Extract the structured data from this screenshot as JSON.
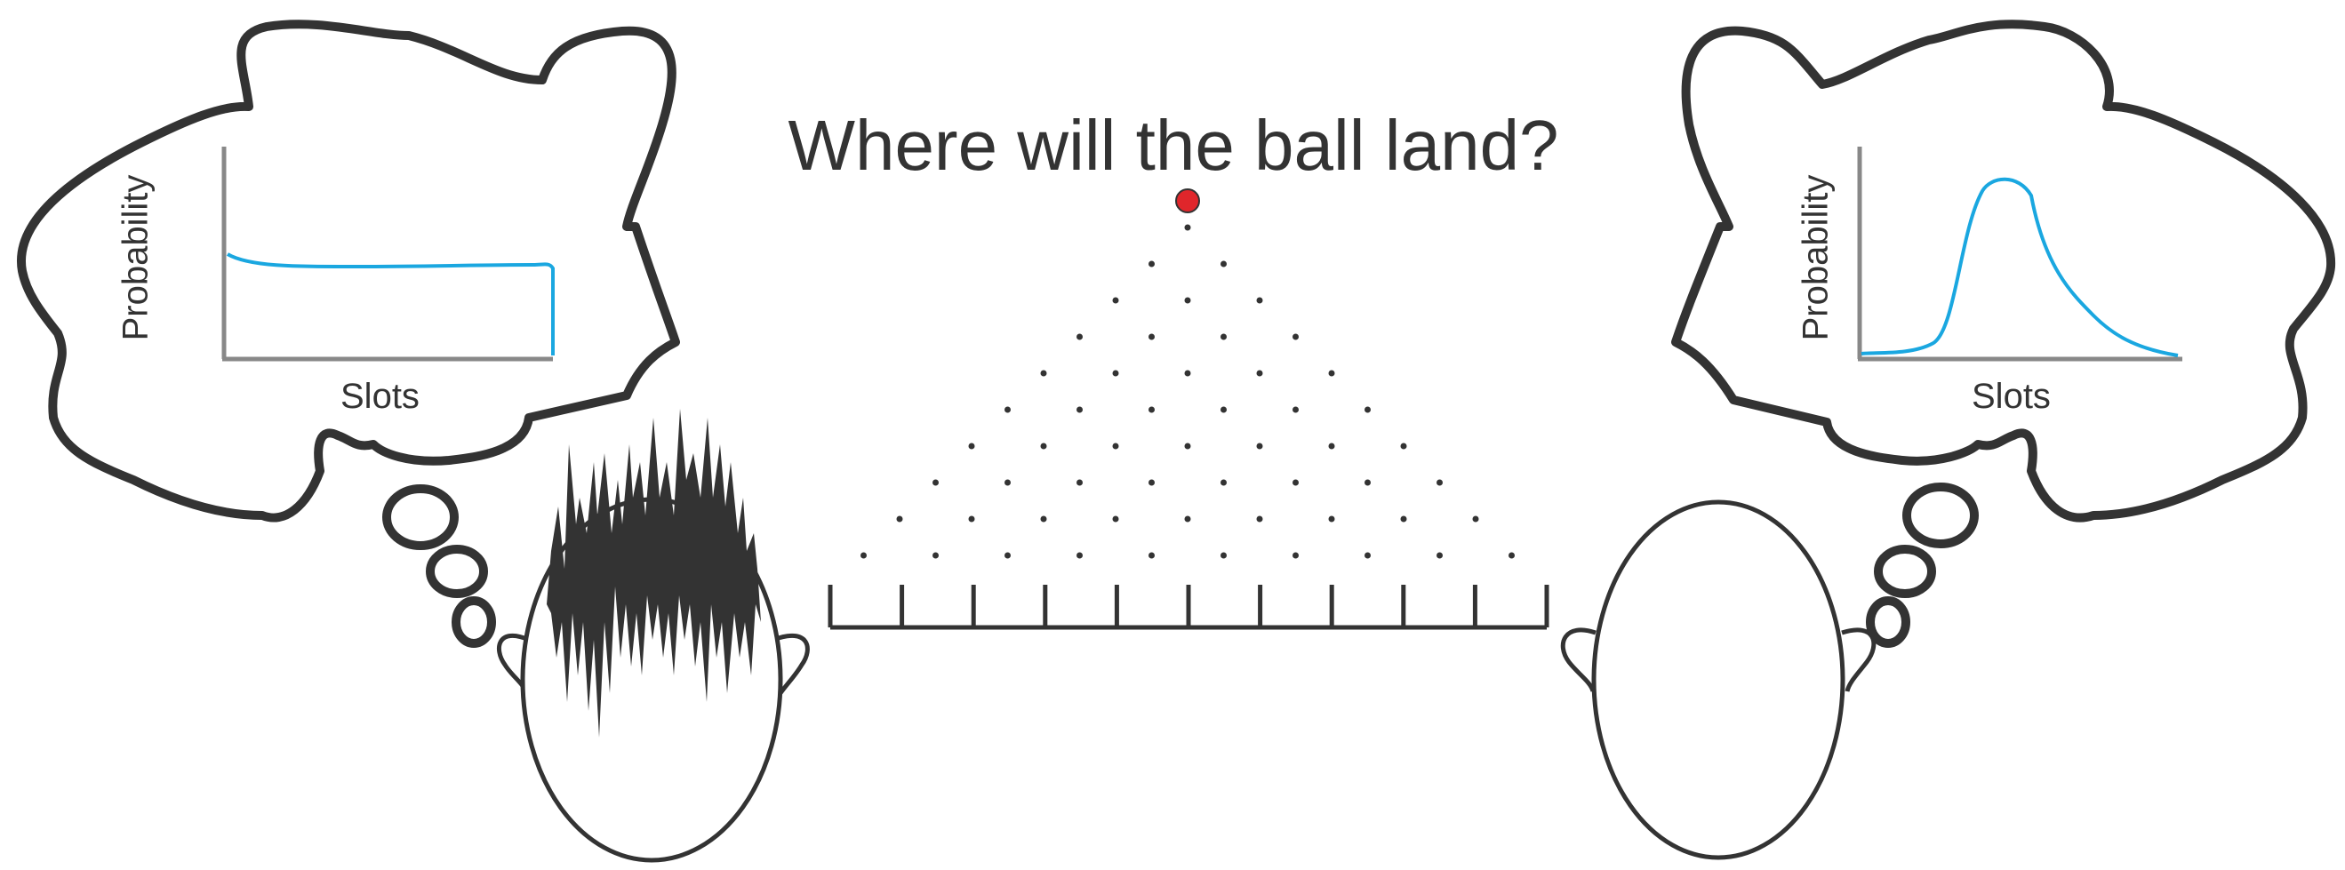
{
  "title": "Where will the ball land?",
  "left_thought": {
    "ylabel": "Probability",
    "xlabel": "Slots",
    "curve_shape": "flat",
    "curve_color": "#1aa7e0"
  },
  "right_thought": {
    "ylabel": "Probability",
    "xlabel": "Slots",
    "curve_shape": "peaked",
    "curve_color": "#1aa7e0"
  },
  "galton_board": {
    "peg_rows": 10,
    "slots": 10,
    "ball_color": "#e0262b"
  },
  "colors": {
    "outline": "#333333",
    "axis": "#888888",
    "hair": "#333333"
  }
}
